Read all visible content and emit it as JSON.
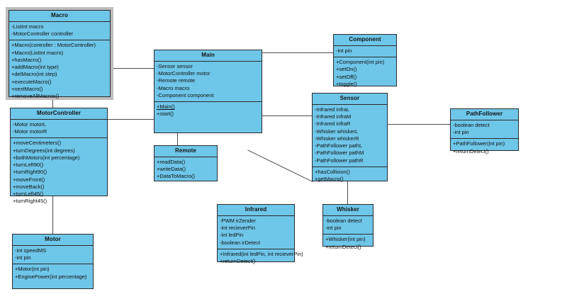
{
  "diagram": {
    "kind": "uml-class-diagram",
    "fill_color": "#6ec6e9",
    "border_color": "#2b2b2b",
    "line_color": "#4d4d4d",
    "selection_color": "#bdbdbd"
  },
  "classes": {
    "macro": {
      "name": "Macro",
      "attributes": [
        "-ListInt macro",
        "-MotorController controller"
      ],
      "methods": [
        "+Macro(controller : MotorController)",
        "+Macro(ListInt macro)",
        "+hasMacro()",
        "+addMacro(int type)",
        "+delMacro(int step)",
        "+executeMacro()",
        "+nextMacro()",
        "+removeAllMacros()"
      ]
    },
    "motorcontroller": {
      "name": "MotorController",
      "attributes": [
        "-Motor motorL",
        "-Motor motorR"
      ],
      "methods": [
        "+moveCentimeters()",
        "+turnDegrees(int degrees)",
        "+bothMotors(int percentage)",
        "+turnLeft90()",
        "+turnRight90()",
        "+moveFront()",
        "+moveBack()",
        "+turnLeft45()",
        "+turnRight45()"
      ]
    },
    "motor": {
      "name": "Motor",
      "attributes": [
        "-int speedMS",
        "-int pin"
      ],
      "methods": [
        "+Motor(int pin)",
        "+EnginePower(int percentage)"
      ]
    },
    "main": {
      "name": "Main",
      "attributes": [
        "-Sensor sensor",
        "-MotorController motor",
        "-Remote remote",
        "-Macro macro",
        "-Component component"
      ],
      "methods": [
        "+Main()",
        "+start()"
      ],
      "static_methods": [
        "+Main()"
      ]
    },
    "remote": {
      "name": "Remote",
      "attributes": [],
      "methods": [
        "+readData()",
        "+writeData()",
        "+DataToMacro()"
      ]
    },
    "component": {
      "name": "Component",
      "attributes": [
        "-int pin"
      ],
      "methods": [
        "+Component(int pin)",
        "+setOn()",
        "+setOff()",
        "+toggle()"
      ]
    },
    "sensor": {
      "name": "Sensor",
      "attributes": [
        "-Infrared infraL",
        "-Infrared infraM",
        "-Infrared infraR",
        "-Whisker whiskerL",
        "-Whisker whiskerR",
        "-PathFollower pathL",
        "-PathFollower pathM",
        "-PathFollower pathR"
      ],
      "methods": [
        "+hasCollision()",
        "+getMacro()"
      ]
    },
    "infrared": {
      "name": "Infrared",
      "attributes": [
        "-PWM irZender",
        "-int recieverPin",
        "-int ledPin",
        "-boolean irDetect"
      ],
      "methods": [
        "+Infrared(int ledPin, int recieverPin)",
        "+returnDetect()"
      ]
    },
    "whisker": {
      "name": "Whisker",
      "attributes": [
        "-boolean detect",
        "-int pin"
      ],
      "methods": [
        "+Whisker(int pin)",
        "+returnDetect()"
      ]
    },
    "pathfollower": {
      "name": "PathFollower",
      "attributes": [
        "-boolean detect",
        "-int pin"
      ],
      "methods": [
        "+PathFollower(int pin)",
        "+returnDetect()"
      ]
    }
  },
  "associations": [
    {
      "from": "Macro",
      "to": "Main"
    },
    {
      "from": "Macro",
      "to": "MotorController"
    },
    {
      "from": "MotorController",
      "to": "Main"
    },
    {
      "from": "MotorController",
      "to": "Motor"
    },
    {
      "from": "Main",
      "to": "Component"
    },
    {
      "from": "Main",
      "to": "Sensor"
    },
    {
      "from": "Main",
      "to": "Remote"
    },
    {
      "from": "Sensor",
      "to": "PathFollower"
    },
    {
      "from": "Sensor",
      "to": "Whisker"
    },
    {
      "from": "Sensor",
      "to": "Infrared"
    }
  ]
}
